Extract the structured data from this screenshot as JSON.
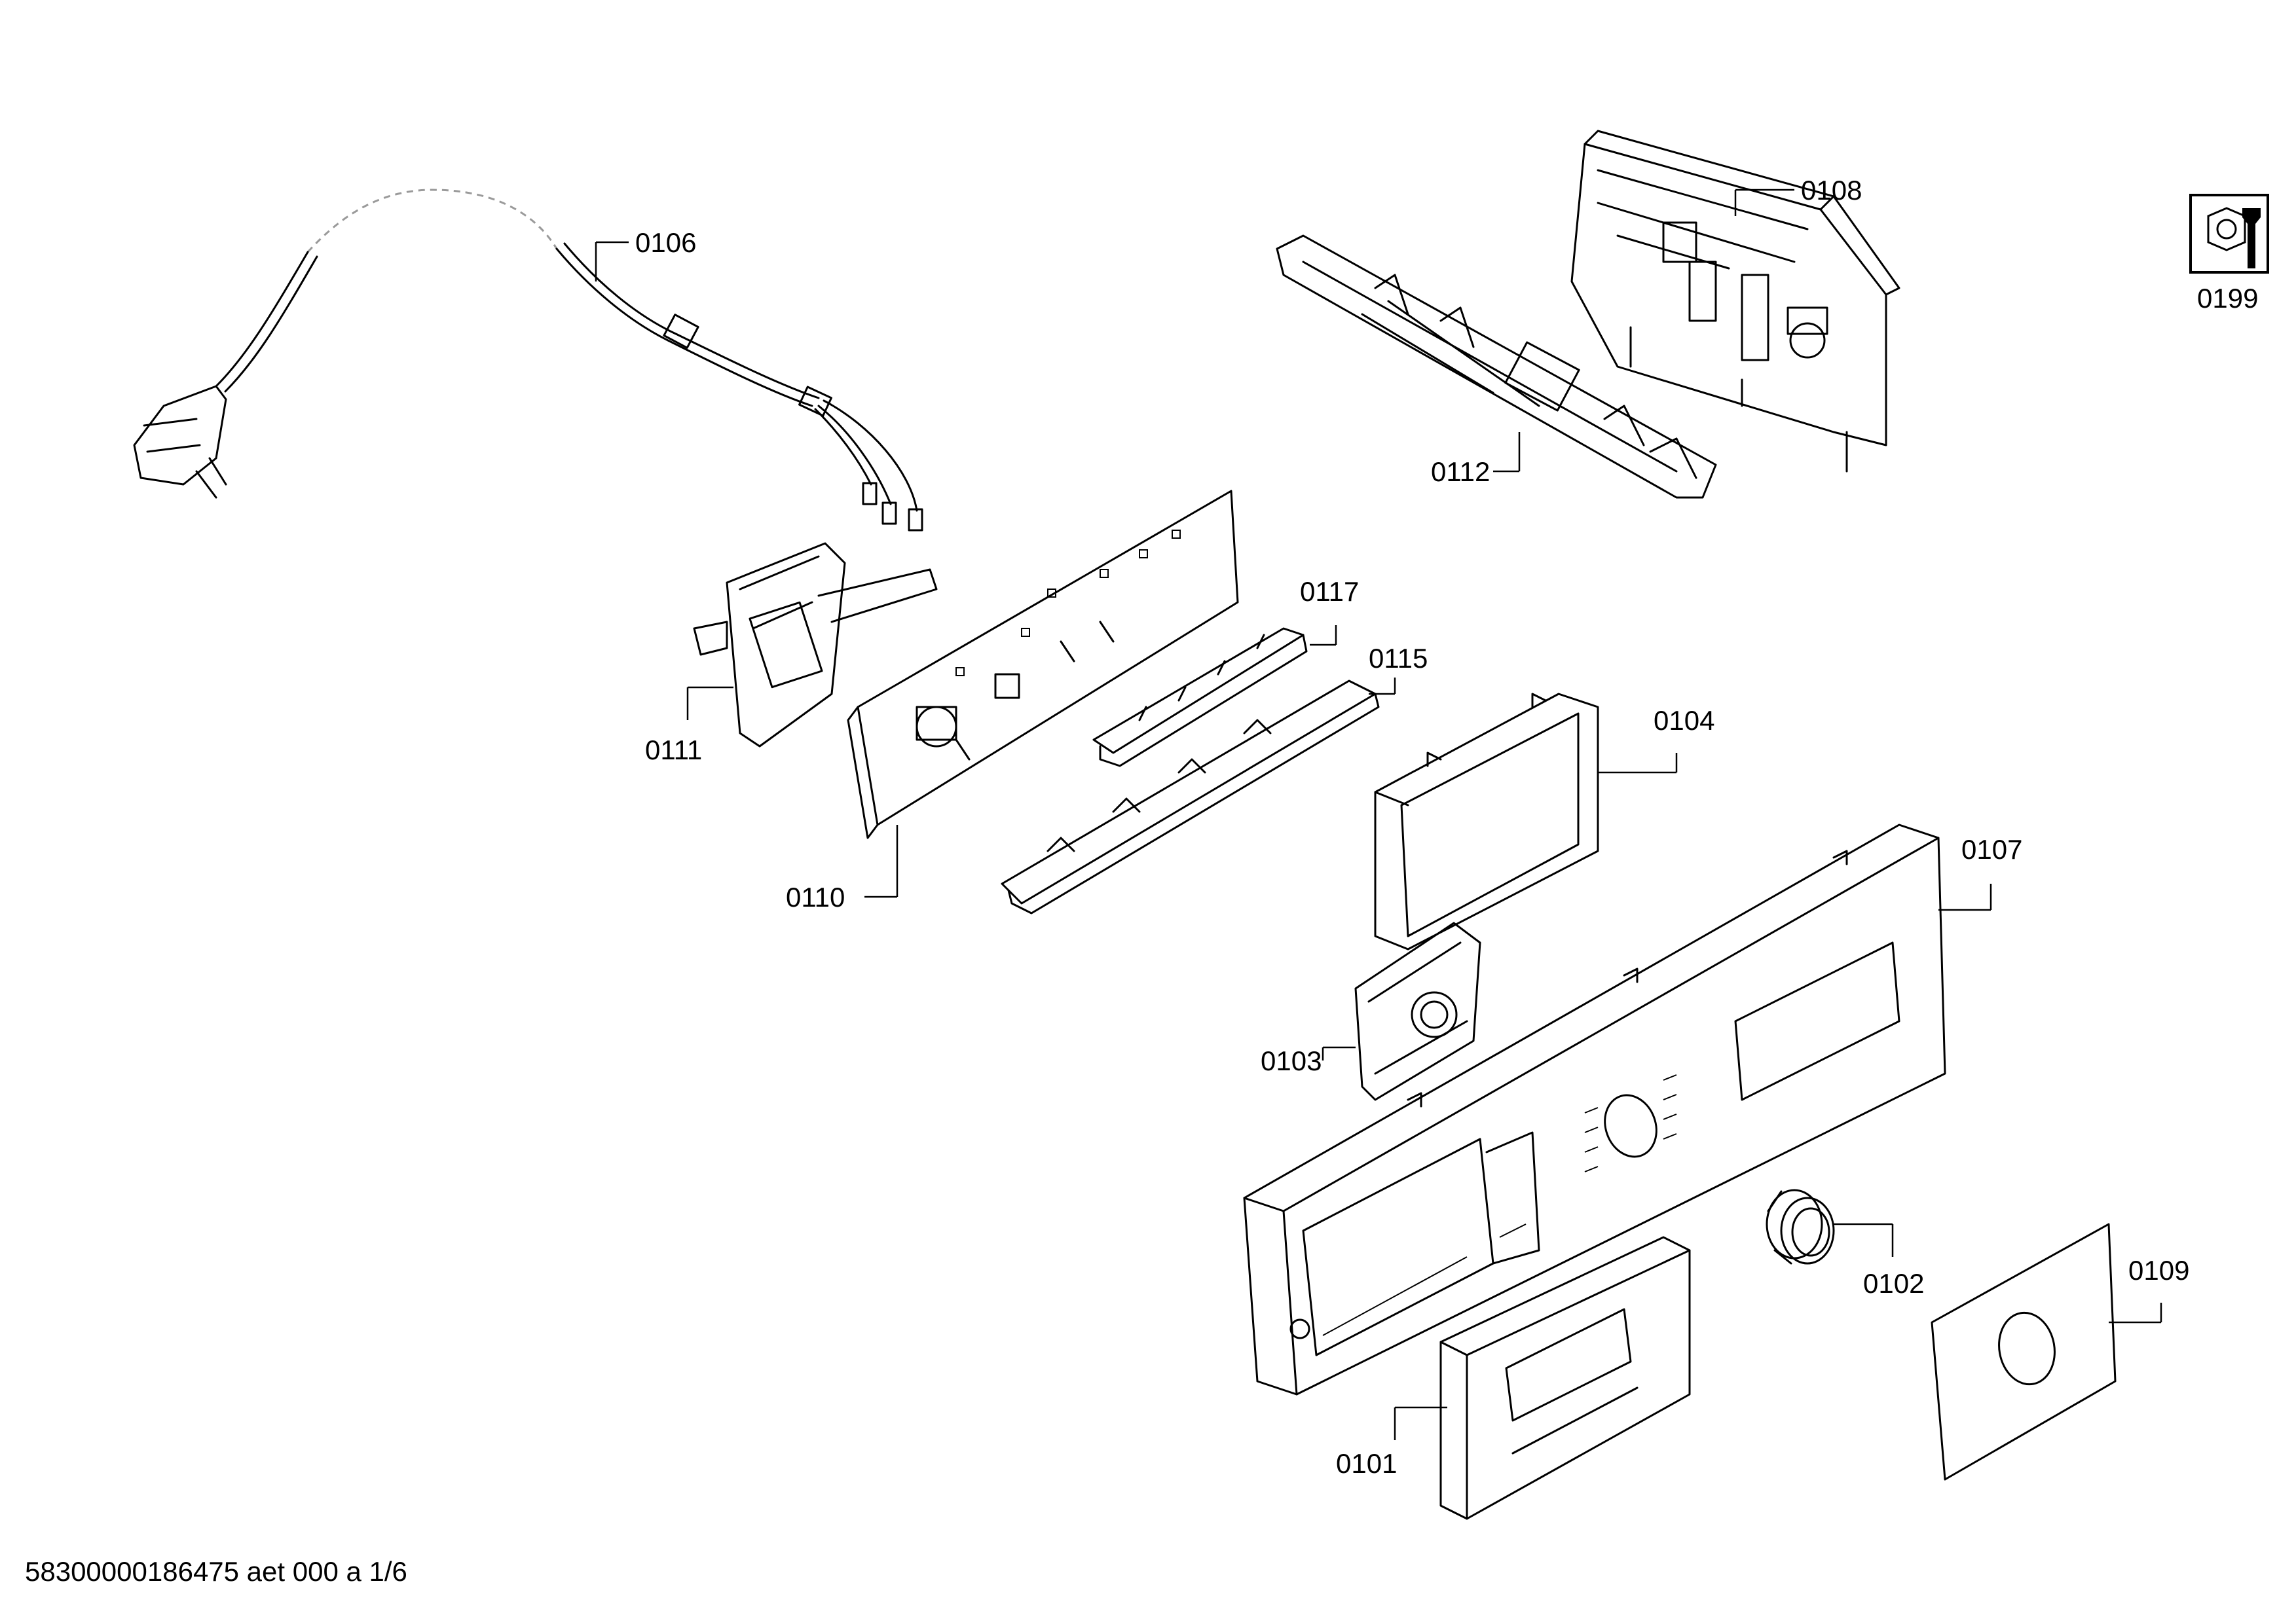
{
  "parts": {
    "p0101": "0101",
    "p0102": "0102",
    "p0103": "0103",
    "p0104": "0104",
    "p0106": "0106",
    "p0107": "0107",
    "p0108": "0108",
    "p0109": "0109",
    "p0110": "0110",
    "p0111": "0111",
    "p0112": "0112",
    "p0115": "0115",
    "p0117": "0117",
    "p0199": "0199"
  },
  "footer": {
    "doc_id": "58300000186475 aet 000 a 1/6"
  },
  "icons": {
    "service_kit": "wrench-nut-icon"
  }
}
